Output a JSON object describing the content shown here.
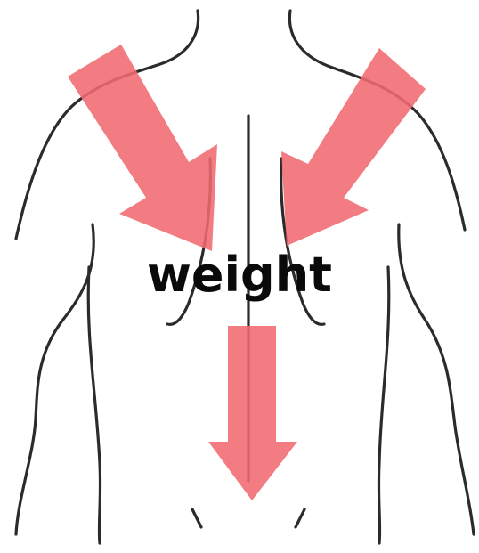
{
  "diagram": {
    "label": "weight",
    "arrow_color": "#f06a6f",
    "outline_color": "#2b2b2b",
    "arrows": [
      {
        "name": "left-shoulder-arrow",
        "direction": "down-right"
      },
      {
        "name": "right-shoulder-arrow",
        "direction": "down-left"
      },
      {
        "name": "center-arrow",
        "direction": "down"
      }
    ]
  }
}
